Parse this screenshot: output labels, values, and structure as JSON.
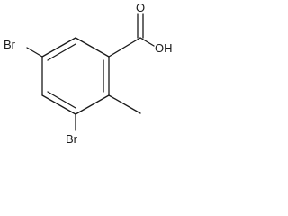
{
  "molecule": {
    "atoms": {
      "br_top": "Br",
      "br_bottom": "Br",
      "oxygen_carbonyl": "O",
      "hydroxyl": "OH"
    }
  }
}
